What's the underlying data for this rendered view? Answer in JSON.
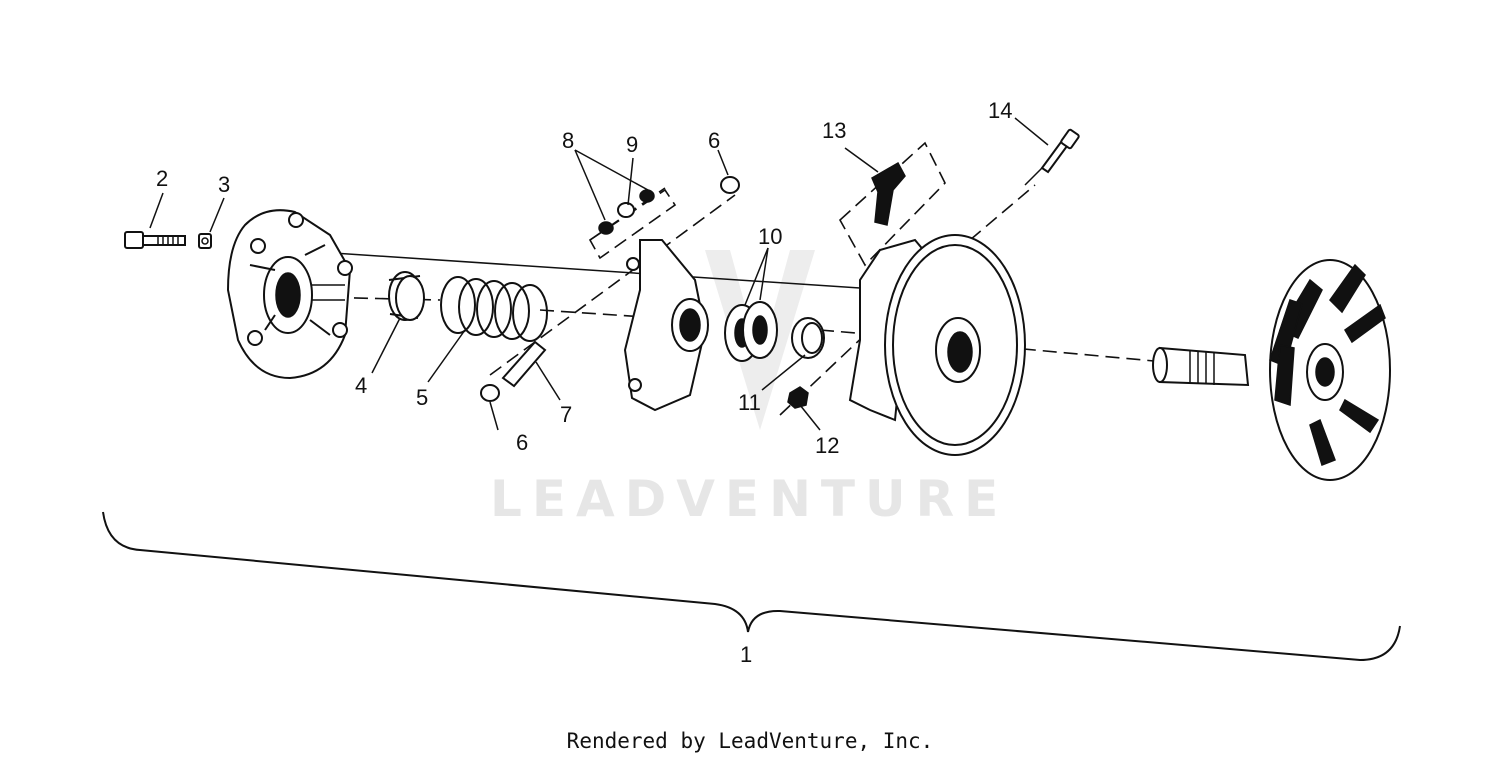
{
  "watermark": "LEADVENTURE",
  "footer": "Rendered by LeadVenture, Inc.",
  "callouts": [
    "1",
    "2",
    "3",
    "4",
    "5",
    "6",
    "6",
    "7",
    "8",
    "9",
    "10",
    "11",
    "12",
    "13",
    "14"
  ]
}
